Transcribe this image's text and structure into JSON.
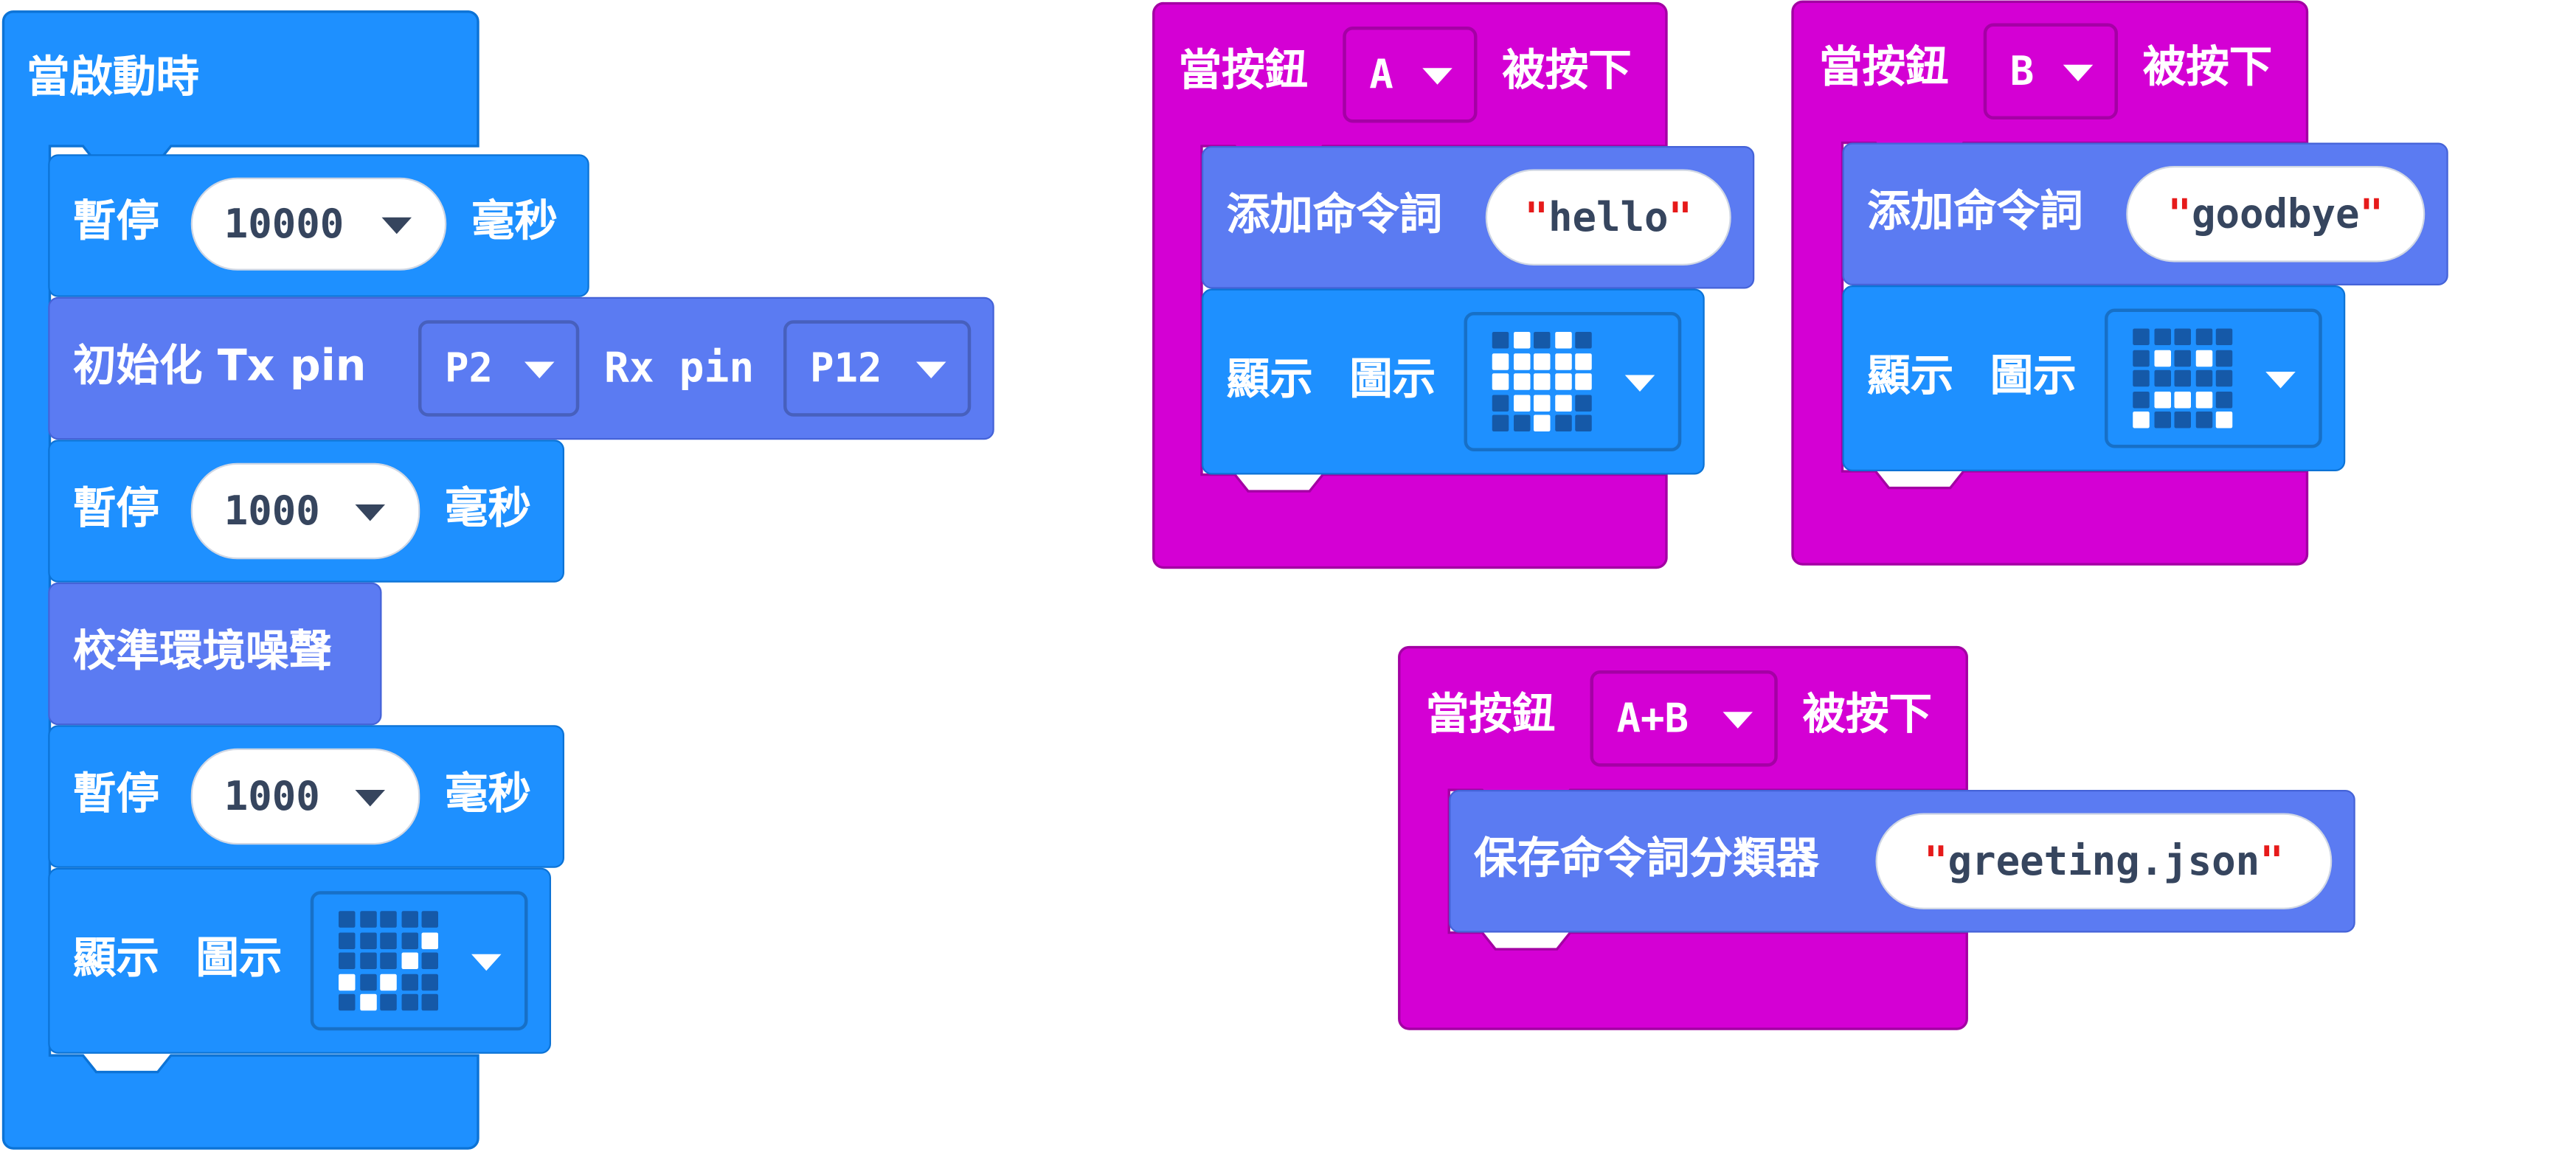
{
  "colors": {
    "event_blue": "#1e90ff",
    "basic_blue": "#1e90ff",
    "voice_purple": "#5b7bf2",
    "input_magenta": "#d400d4"
  },
  "on_start": {
    "hat_label": "當啟動時",
    "pause1": {
      "label": "暫停",
      "value": "10000",
      "unit": "毫秒"
    },
    "init": {
      "label": "初始化 Tx pin",
      "tx": "P2",
      "rx_label": "Rx pin",
      "rx": "P12"
    },
    "pause2": {
      "label": "暫停",
      "value": "1000",
      "unit": "毫秒"
    },
    "calibrate": {
      "label": "校準環境噪聲"
    },
    "pause3": {
      "label": "暫停",
      "value": "1000",
      "unit": "毫秒"
    },
    "show": {
      "label": "顯示",
      "label2": "圖示",
      "icon_name": "yes-icon",
      "leds": [
        0,
        0,
        0,
        0,
        0,
        0,
        0,
        0,
        0,
        1,
        0,
        0,
        0,
        1,
        0,
        1,
        0,
        1,
        0,
        0,
        0,
        1,
        0,
        0,
        0
      ]
    }
  },
  "button_a": {
    "label": "當按鈕",
    "button": "A",
    "label2": "被按下",
    "add": {
      "label": "添加命令詞",
      "quote_open": "\"",
      "text": "hello",
      "quote_close": "\""
    },
    "show": {
      "label": "顯示",
      "label2": "圖示",
      "icon_name": "heart-icon",
      "leds": [
        0,
        1,
        0,
        1,
        0,
        1,
        1,
        1,
        1,
        1,
        1,
        1,
        1,
        1,
        1,
        0,
        1,
        1,
        1,
        0,
        0,
        0,
        1,
        0,
        0
      ]
    }
  },
  "button_b": {
    "label": "當按鈕",
    "button": "B",
    "label2": "被按下",
    "add": {
      "label": "添加命令詞",
      "quote_open": "\"",
      "text": "goodbye",
      "quote_close": "\""
    },
    "show": {
      "label": "顯示",
      "label2": "圖示",
      "icon_name": "sad-icon",
      "leds": [
        0,
        0,
        0,
        0,
        0,
        0,
        1,
        0,
        1,
        0,
        0,
        0,
        0,
        0,
        0,
        0,
        1,
        1,
        1,
        0,
        1,
        0,
        0,
        0,
        1
      ]
    }
  },
  "button_ab": {
    "label": "當按鈕",
    "button": "A+B",
    "label2": "被按下",
    "save": {
      "label": "保存命令詞分類器",
      "quote_open": "\"",
      "text": "greeting.json",
      "quote_close": "\""
    }
  }
}
